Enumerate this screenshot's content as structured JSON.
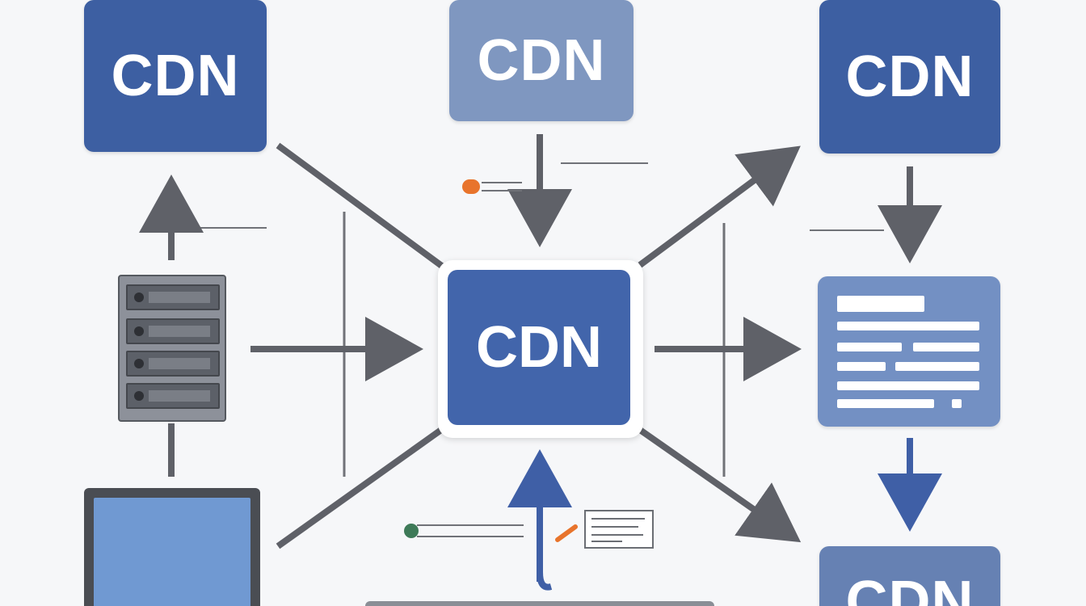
{
  "nodes": {
    "top_left": "CDN",
    "top_center": "CDN",
    "top_right": "CDN",
    "center": "CDN",
    "bottom_right": "CDN"
  },
  "colors": {
    "node_dark": "#3d5fa2",
    "node_light": "#7f97c0",
    "arrow_gray": "#5f6168",
    "arrow_blue": "#3f5fa6",
    "accent_orange": "#e8742c",
    "accent_green": "#3e7a58",
    "background": "#f6f7f9"
  },
  "icons": {
    "server": "server-rack-icon",
    "laptop": "laptop-icon",
    "document": "document-lines-icon"
  }
}
